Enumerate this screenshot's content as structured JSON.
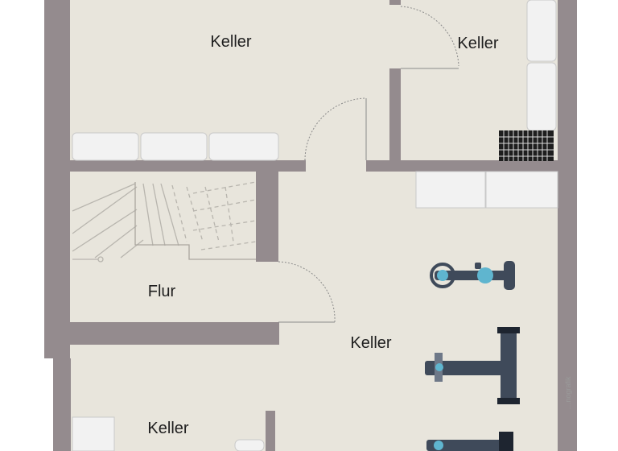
{
  "floorplan": {
    "colors": {
      "floor": "#e8e5dc",
      "wall": "#948b8e",
      "outside": "#ffffff",
      "fixture": "#f2f2f2",
      "stair_line": "#b8b5ae",
      "door_arc": "#8a8a8a",
      "gym_equipment": "#3f4a5a",
      "gym_accent": "#5fb5cf"
    },
    "rooms": [
      {
        "id": "keller-top-left",
        "label": "Keller"
      },
      {
        "id": "keller-top-right",
        "label": "Keller"
      },
      {
        "id": "flur",
        "label": "Flur"
      },
      {
        "id": "keller-main",
        "label": "Keller"
      },
      {
        "id": "keller-bottom-left",
        "label": "Keller"
      }
    ],
    "watermark": "…nografik"
  }
}
